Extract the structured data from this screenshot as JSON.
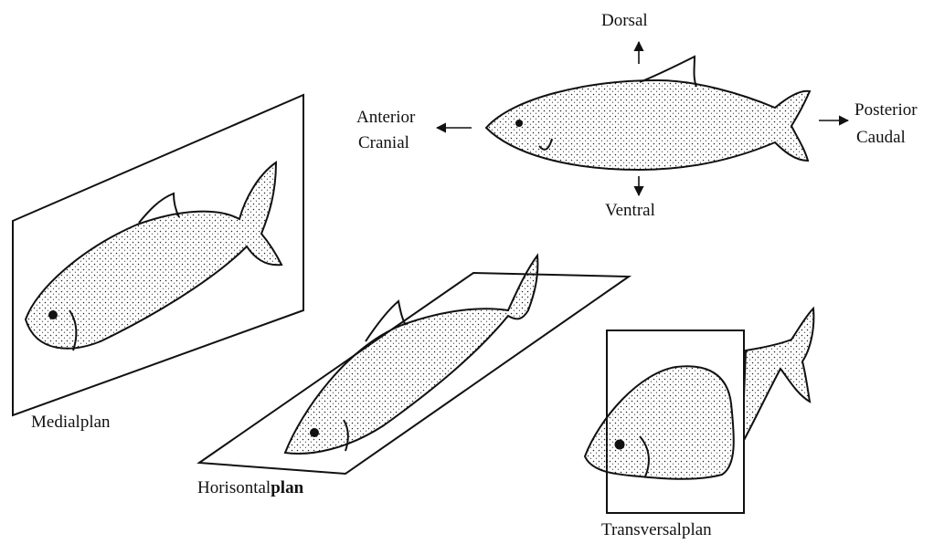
{
  "orientation": {
    "dorsal": "Dorsal",
    "ventral": "Ventral",
    "anterior": "Anterior",
    "cranial": "Cranial",
    "posterior": "Posterior",
    "caudal": "Caudal"
  },
  "planes": {
    "medial": "Medialplan",
    "horizontal_prefix": "Horisontal",
    "horizontal_suffix": "plan",
    "transversal": "Transversalplan"
  },
  "colors": {
    "ink": "#111111",
    "background": "#ffffff"
  }
}
